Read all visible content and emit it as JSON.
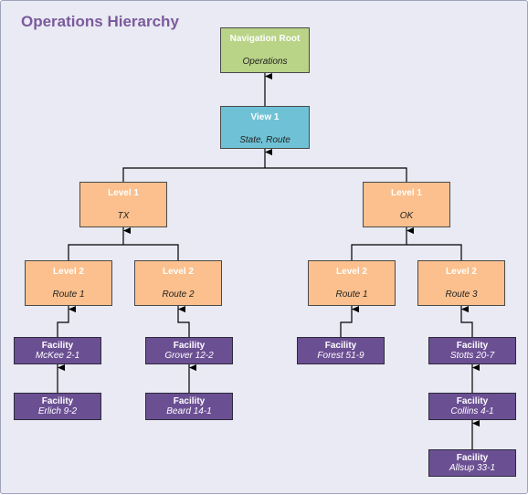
{
  "title": "Operations Hierarchy",
  "colors": {
    "root": "#b9d387",
    "view": "#6fc2d6",
    "level": "#fbc08d",
    "facility": "#6b4f93",
    "title": "#7b5a9c"
  },
  "nodes": {
    "root": {
      "label": "Navigation Root",
      "value": "Operations"
    },
    "view": {
      "label": "View 1",
      "value": "State, Route"
    },
    "tx": {
      "label": "Level 1",
      "value": "TX"
    },
    "ok": {
      "label": "Level 1",
      "value": "OK"
    },
    "tx_r1": {
      "label": "Level 2",
      "value": "Route 1"
    },
    "tx_r2": {
      "label": "Level 2",
      "value": "Route 2"
    },
    "ok_r1": {
      "label": "Level 2",
      "value": "Route 1"
    },
    "ok_r3": {
      "label": "Level 2",
      "value": "Route 3"
    },
    "mckee": {
      "label": "Facility",
      "value": "McKee 2-1"
    },
    "erlich": {
      "label": "Facility",
      "value": "Erlich 9-2"
    },
    "grover": {
      "label": "Facility",
      "value": "Grover 12-2"
    },
    "beard": {
      "label": "Facility",
      "value": "Beard 14-1"
    },
    "forest": {
      "label": "Facility",
      "value": "Forest 51-9"
    },
    "stotts": {
      "label": "Facility",
      "value": "Stotts 20-7"
    },
    "collins": {
      "label": "Facility",
      "value": "Collins 4-1"
    },
    "allsup": {
      "label": "Facility",
      "value": "Allsup 33-1"
    }
  }
}
